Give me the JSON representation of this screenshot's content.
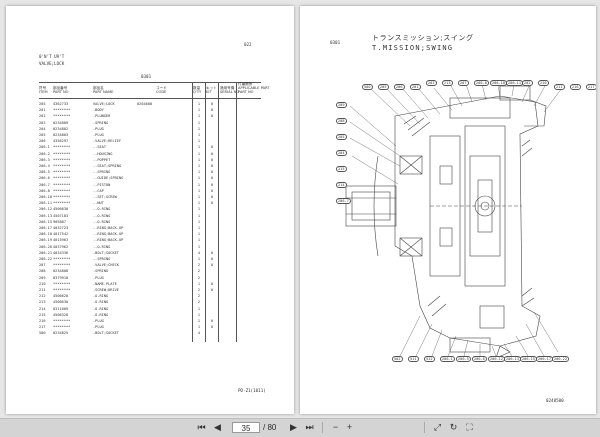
{
  "left_page": {
    "page_tag": "022",
    "header_lines": [
      "0'N'T U9'T",
      "VALVE;LOCK"
    ],
    "group_code": "0301",
    "col_headers": {
      "item": "符号\nITEM",
      "part_no": "部品番号\nPART NO",
      "part_name": "部品名\nPART NAME",
      "code": "コード\nCODE",
      "qty": "数量\nQ'TY",
      "kit": "キット\nKIT",
      "serial": "適用号機\nSERIAL NO",
      "applicable": "付番関係\nAPPLICABLE PART\nPART NO"
    },
    "rows": [
      {
        "item": "205",
        "part": "4362733",
        "desc": "VALVE;LOCK",
        "code": "0264608",
        "qty": "1",
        "q2": "0"
      },
      {
        "item": "201",
        "part": "********",
        "desc": "-BODY",
        "code": "",
        "qty": "1",
        "q2": "0"
      },
      {
        "item": "202",
        "part": "********",
        "desc": "-PLUNGER",
        "code": "",
        "qty": "1",
        "q2": "0"
      },
      {
        "item": "203",
        "part": "0234809",
        "desc": "-SPRING",
        "code": "",
        "qty": "1",
        "q2": ""
      },
      {
        "item": "204",
        "part": "0234802",
        "desc": "-PLUG",
        "code": "",
        "qty": "1",
        "q2": ""
      },
      {
        "item": "205",
        "part": "0234803",
        "desc": "-PLUG",
        "code": "",
        "qty": "1",
        "q2": ""
      },
      {
        "item": "206",
        "part": "4356297",
        "desc": "-VALVE;RELIEF",
        "code": "",
        "qty": "1",
        "q2": ""
      },
      {
        "item": "206-1",
        "part": "********",
        "desc": "--SEAT",
        "code": "",
        "qty": "1",
        "q2": "0"
      },
      {
        "item": "206-2",
        "part": "********",
        "desc": "--HOUSING",
        "code": "",
        "qty": "1",
        "q2": "0"
      },
      {
        "item": "206-3",
        "part": "********",
        "desc": "--POPPET",
        "code": "",
        "qty": "1",
        "q2": "0"
      },
      {
        "item": "206-4",
        "part": "********",
        "desc": "--SEAT;SPRING",
        "code": "",
        "qty": "1",
        "q2": "0"
      },
      {
        "item": "206-5",
        "part": "********",
        "desc": "--SPRING",
        "code": "",
        "qty": "1",
        "q2": "0"
      },
      {
        "item": "206-6",
        "part": "********",
        "desc": "--GUIDE;SPRING",
        "code": "",
        "qty": "1",
        "q2": "0"
      },
      {
        "item": "206-7",
        "part": "********",
        "desc": "--PISTON",
        "code": "",
        "qty": "1",
        "q2": "0"
      },
      {
        "item": "206-8",
        "part": "********",
        "desc": "--CAP",
        "code": "",
        "qty": "1",
        "q2": "0"
      },
      {
        "item": "206-10",
        "part": "********",
        "desc": "--SET;SCREW",
        "code": "",
        "qty": "1",
        "q2": "0"
      },
      {
        "item": "206-11",
        "part": "********",
        "desc": "--NUT",
        "code": "",
        "qty": "1",
        "q2": "0"
      },
      {
        "item": "206-12",
        "part": "4506638",
        "desc": "--O-RING",
        "code": "",
        "qty": "1",
        "q2": ""
      },
      {
        "item": "206-13",
        "part": "4507183",
        "desc": "--O-RING",
        "code": "",
        "qty": "1",
        "q2": ""
      },
      {
        "item": "206-15",
        "part": "905887",
        "desc": "--O-RING",
        "code": "",
        "qty": "1",
        "q2": ""
      },
      {
        "item": "206-17",
        "part": "4032723",
        "desc": "--RING;BACK-UP",
        "code": "",
        "qty": "1",
        "q2": ""
      },
      {
        "item": "206-18",
        "part": "4017542",
        "desc": "--RING;BACK-UP",
        "code": "",
        "qty": "1",
        "q2": ""
      },
      {
        "item": "206-19",
        "part": "4015963",
        "desc": "--RING;BACK-UP",
        "code": "",
        "qty": "1",
        "q2": ""
      },
      {
        "item": "206-20",
        "part": "4037962",
        "desc": "--O-RING",
        "code": "",
        "qty": "1",
        "q2": ""
      },
      {
        "item": "206-21",
        "part": "4034336",
        "desc": "-BOLT;SOCKET",
        "code": "",
        "qty": "4",
        "q2": "0"
      },
      {
        "item": "206-22",
        "part": "********",
        "desc": "--SPRING",
        "code": "",
        "qty": "1",
        "q2": "0"
      },
      {
        "item": "207",
        "part": "********",
        "desc": "-VALVE;CHECK",
        "code": "",
        "qty": "2",
        "q2": "0"
      },
      {
        "item": "208",
        "part": "0234808",
        "desc": "-SPRING",
        "code": "",
        "qty": "2",
        "q2": ""
      },
      {
        "item": "209",
        "part": "0379910",
        "desc": "-PLUG",
        "code": "",
        "qty": "2",
        "q2": ""
      },
      {
        "item": "210",
        "part": "********",
        "desc": "-NAME-PLATE",
        "code": "",
        "qty": "1",
        "q2": "0"
      },
      {
        "item": "211",
        "part": "********",
        "desc": "-SCREW;DRIVE",
        "code": "",
        "qty": "2",
        "q2": "0"
      },
      {
        "item": "212",
        "part": "4506628",
        "desc": "-O-RING",
        "code": "",
        "qty": "2",
        "q2": ""
      },
      {
        "item": "213",
        "part": "4506630",
        "desc": "-O-RING",
        "code": "",
        "qty": "2",
        "q2": ""
      },
      {
        "item": "214",
        "part": "0311009",
        "desc": "-O-RING",
        "code": "",
        "qty": "1",
        "q2": ""
      },
      {
        "item": "215",
        "part": "4506328",
        "desc": "-O-RING",
        "code": "",
        "qty": "1",
        "q2": ""
      },
      {
        "item": "216",
        "part": "********",
        "desc": "-PLUG",
        "code": "",
        "qty": "1",
        "q2": "0"
      },
      {
        "item": "217",
        "part": "********",
        "desc": "-PLUG",
        "code": "",
        "qty": "1",
        "q2": "0"
      },
      {
        "item": "500",
        "part": "0234825",
        "desc": "-BOLT;SOCKET",
        "code": "",
        "qty": "4",
        "q2": ""
      }
    ],
    "footer_code": "PD-Z1(1011)"
  },
  "right_page": {
    "page_tag": "0301",
    "title_jp": "トランスミッション;スイング",
    "title_en": "T.MISSION;SWING",
    "drawing_no": "0248500",
    "callouts_top": [
      "500",
      "205",
      "206",
      "201",
      "203",
      "213",
      "207",
      "206-8",
      "206-10",
      "206-11",
      "202",
      "210",
      "211",
      "216",
      "217"
    ],
    "callouts_left": [
      "209",
      "208",
      "205",
      "204",
      "215",
      "214",
      "206-7"
    ],
    "callouts_bottom": [
      "502",
      "511",
      "512",
      "206-1",
      "206-5",
      "206-6",
      "206-12",
      "206-13",
      "206-15",
      "206-17",
      "206-22"
    ]
  },
  "toolbar": {
    "first_icon": "first-page-icon",
    "prev_icon": "prev-page-icon",
    "current_page": "35",
    "page_of": "/ 80",
    "next_icon": "next-page-icon",
    "last_icon": "last-page-icon",
    "zoom_out_icon": "zoom-out-icon",
    "zoom_in_icon": "zoom-in-icon",
    "fit_icon": "fit-page-icon",
    "rotate_icon": "rotate-icon",
    "fullscreen_icon": "fullscreen-icon"
  }
}
